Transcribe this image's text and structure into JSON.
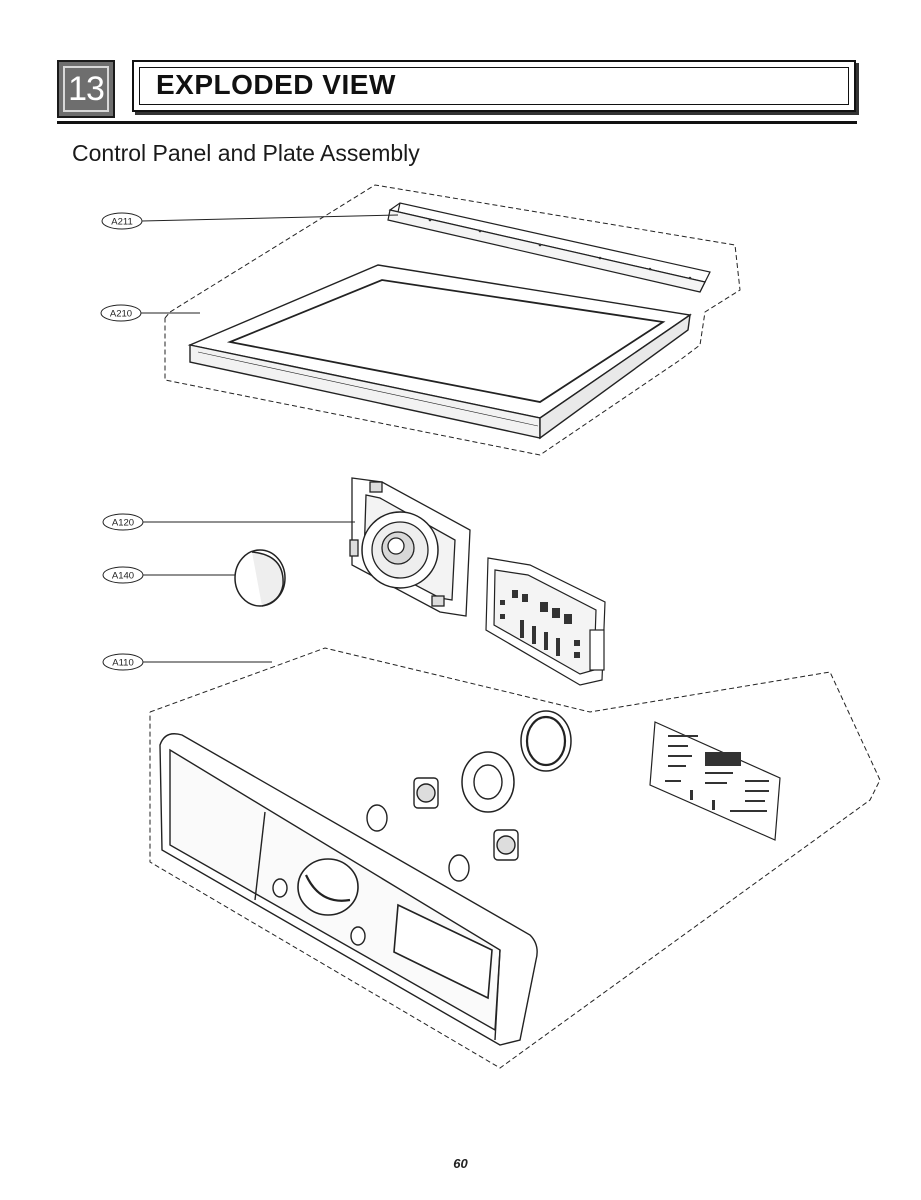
{
  "header": {
    "section_number": "13",
    "title": "EXPLODED VIEW"
  },
  "subtitle": "Control Panel and Plate Assembly",
  "callouts": {
    "a211": "A211",
    "a210": "A210",
    "a120": "A120",
    "a140": "A140",
    "a110": "A110"
  },
  "page_number": "60"
}
